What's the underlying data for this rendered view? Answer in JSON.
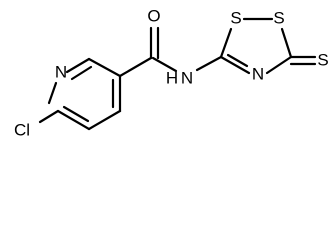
{
  "molecule": {
    "atoms": {
      "cl": "Cl",
      "n_pyridine": "N",
      "o_carbonyl": "O",
      "n_amide": "N",
      "h_amide": "H",
      "s_ring_1": "S",
      "s_ring_2": "S",
      "n_ring": "N",
      "s_thione": "S"
    }
  }
}
